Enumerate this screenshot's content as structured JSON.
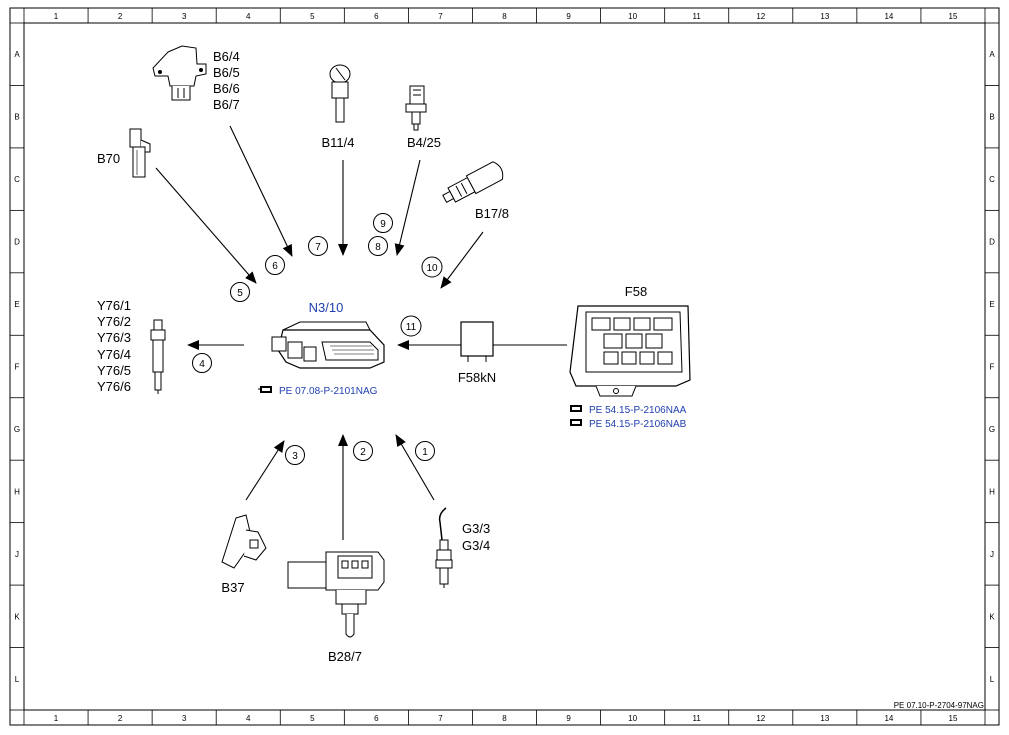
{
  "grid": {
    "columns": [
      "1",
      "2",
      "3",
      "4",
      "5",
      "6",
      "7",
      "8",
      "9",
      "10",
      "11",
      "12",
      "13",
      "14",
      "15"
    ],
    "rows": [
      "A",
      "B",
      "C",
      "D",
      "E",
      "F",
      "G",
      "H",
      "J",
      "K",
      "L"
    ]
  },
  "components": {
    "ecu_label": "N3/10",
    "ecu_ref": "PE 07.08-P-2101NAG",
    "b6_labels": [
      "B6/4",
      "B6/5",
      "B6/6",
      "B6/7"
    ],
    "b70_label": "B70",
    "b11_label": "B11/4",
    "b4_label": "B4/25",
    "b17_label": "B17/8",
    "f58_label": "F58",
    "f58_refs": [
      "PE 54.15-P-2106NAA",
      "PE 54.15-P-2106NAB"
    ],
    "f58kn_label": "F58kN",
    "y76_labels": [
      "Y76/1",
      "Y76/2",
      "Y76/3",
      "Y76/4",
      "Y76/5",
      "Y76/6"
    ],
    "b37_label": "B37",
    "b28_label": "B28/7",
    "g3_labels": [
      "G3/3",
      "G3/4"
    ]
  },
  "callouts": [
    "1",
    "2",
    "3",
    "4",
    "5",
    "6",
    "7",
    "8",
    "9",
    "10",
    "11"
  ],
  "footer": "PE 07.10-P-2704-97NAG"
}
